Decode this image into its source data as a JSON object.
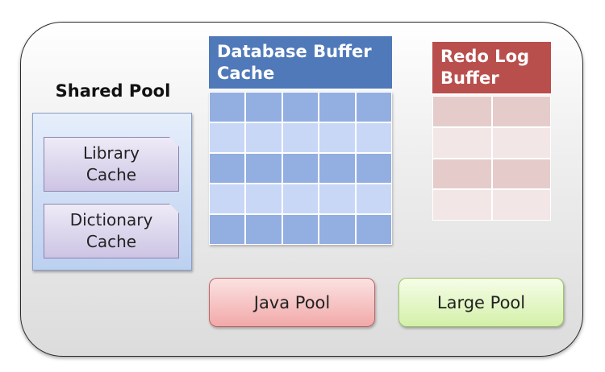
{
  "shared_pool": {
    "title": "Shared Pool",
    "library_cache": "Library\nCache",
    "dictionary_cache": "Dictionary\nCache"
  },
  "database_buffer_cache": {
    "title": "Database Buffer\nCache",
    "color": "#4f79b9"
  },
  "redo_log_buffer": {
    "title": "Redo Log\nBuffer",
    "color": "#b94f4d"
  },
  "java_pool": {
    "label": "Java Pool"
  },
  "large_pool": {
    "label": "Large Pool"
  }
}
